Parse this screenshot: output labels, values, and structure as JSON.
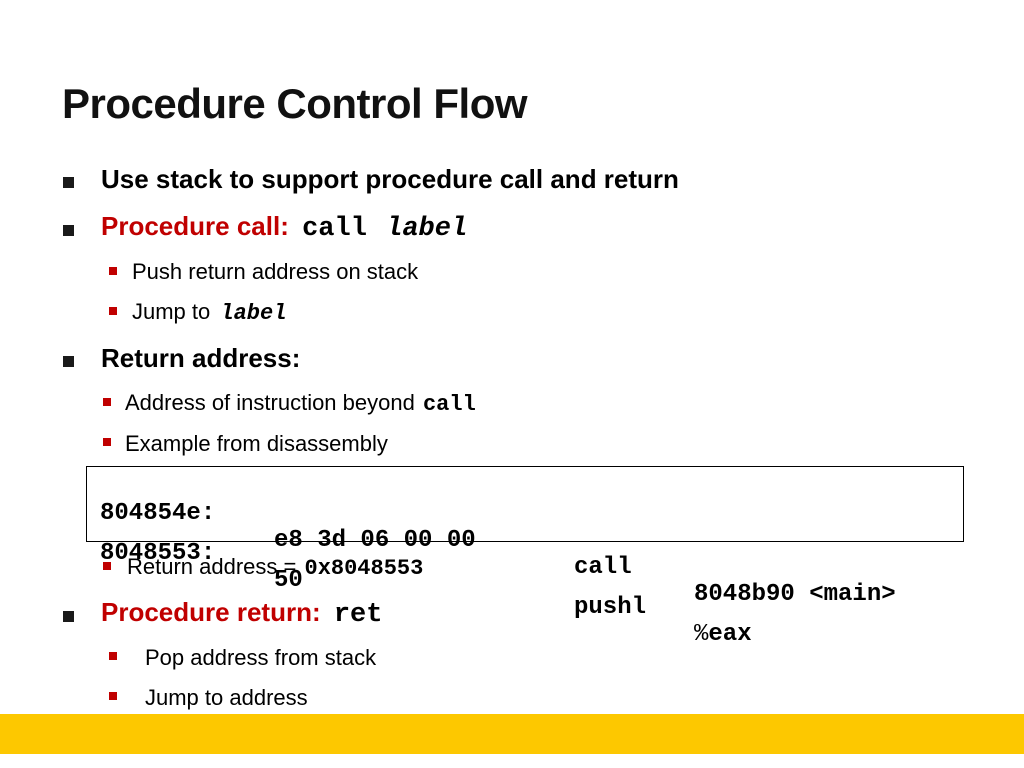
{
  "slide": {
    "title": "Procedure Control Flow",
    "bullets": {
      "b1": "Use stack to support procedure call and return",
      "b2_label": "Procedure call:",
      "b2_code": "call",
      "b2_code_arg": "label",
      "b2_sub1": "Push return address on stack",
      "b2_sub2_text": "Jump to",
      "b2_sub2_code": "label",
      "b3": "Return address:",
      "b3_sub1_text": "Address of instruction beyond",
      "b3_sub1_code": "call",
      "b3_sub2": "Example from disassembly",
      "b3_sub3_text": "Return address =",
      "b3_sub3_code": "0x8048553",
      "b4_label": "Procedure return:",
      "b4_code": "ret",
      "b4_sub1": "Pop address from stack",
      "b4_sub2": "Jump to address"
    },
    "disassembly": [
      {
        "addr": "804854e:",
        "bytes": "e8 3d 06 00 00",
        "op": "call",
        "arg": "8048b90 <main>"
      },
      {
        "addr": "8048553:",
        "bytes": "50",
        "op": "pushl",
        "arg_prefix": "%",
        "arg": "eax"
      }
    ]
  },
  "colors": {
    "accent_red": "#c00000",
    "footer_bar": "#fdc800"
  }
}
